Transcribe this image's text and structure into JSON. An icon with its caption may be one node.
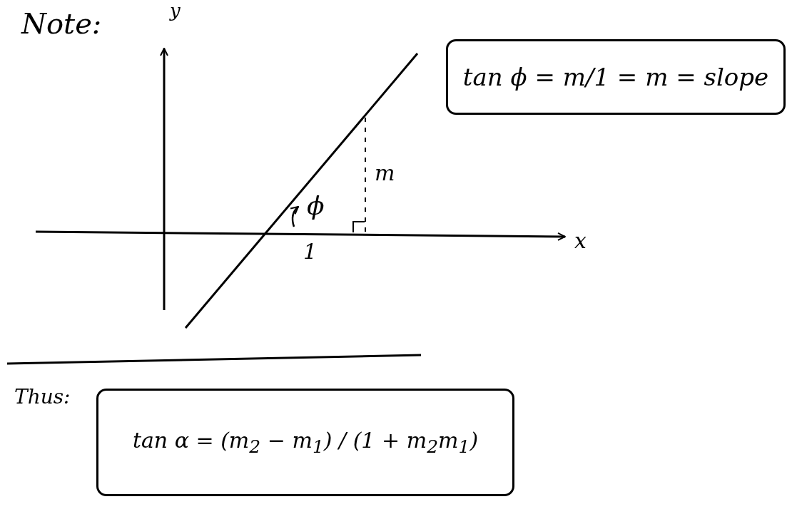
{
  "diagram": {
    "nodes": [
      {
        "text": [
          "tan ϕ = m/1 = m = slope"
        ]
      },
      {
        "text": [
          "tan α = (m$_{2}$ − m$_{1}$) / (1 + m$_{2}$m$_{1}$)"
        ]
      }
    ],
    "labels": [
      "Note:",
      "y",
      "m",
      "ϕ",
      "1",
      "x",
      "Thus:"
    ]
  }
}
